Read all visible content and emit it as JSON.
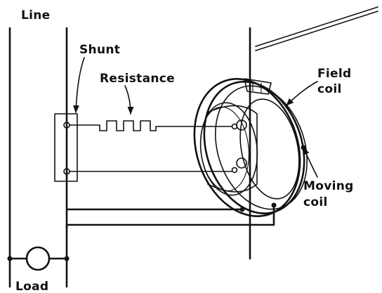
{
  "labels": {
    "line": "Line",
    "shunt": "Shunt",
    "resistance": "Resistance",
    "field_coil_1": "Field",
    "field_coil_2": "coil",
    "moving_coil_1": "Moving",
    "moving_coil_2": "coil",
    "load": "Load"
  },
  "colors": {
    "ink": "#111111",
    "paper": "#ffffff"
  }
}
